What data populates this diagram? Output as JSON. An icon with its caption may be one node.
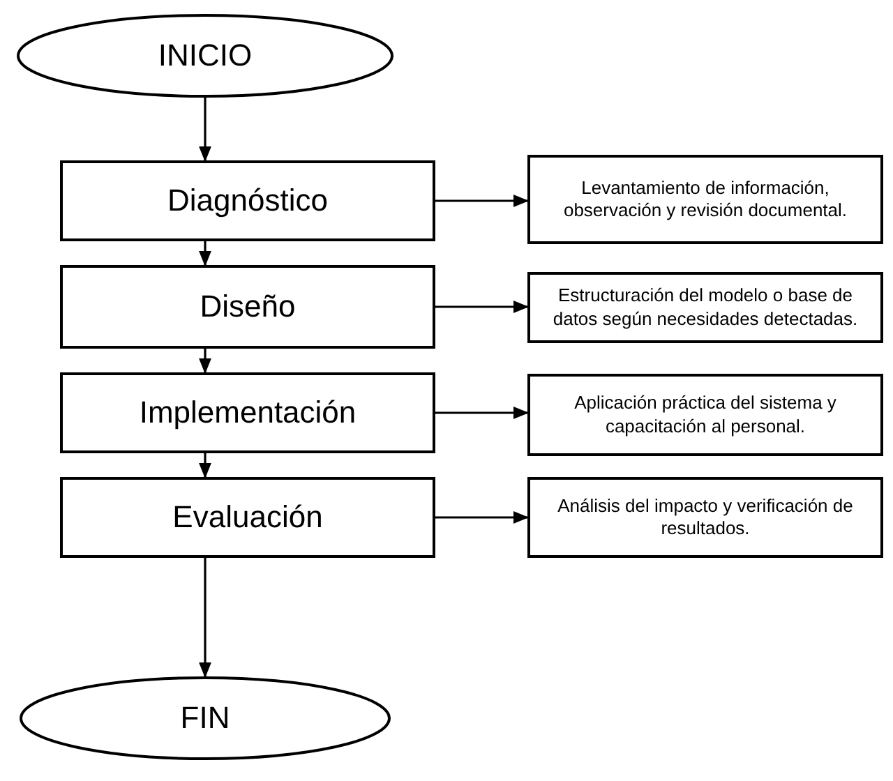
{
  "diagram": {
    "nodes": [
      {
        "text": [
          "INICIO"
        ]
      },
      {
        "text": [
          "Diagnóstico"
        ]
      },
      {
        "text": [
          "Levantamiento de información, observación y revisión documental."
        ]
      },
      {
        "text": [
          "Diseño"
        ]
      },
      {
        "text": [
          "Estructuración del modelo o base de datos según necesidades detectadas."
        ]
      },
      {
        "text": [
          "Implementación"
        ]
      },
      {
        "text": [
          "Aplicación práctica del sistema y capacitación al personal."
        ]
      },
      {
        "text": [
          "Evaluación"
        ]
      },
      {
        "text": [
          "Análisis del impacto y verificación de resultados."
        ]
      },
      {
        "text": [
          "FIN"
        ]
      }
    ],
    "edges": [
      {
        "from": 0,
        "to": 1,
        "arrow": "to"
      },
      {
        "from": 1,
        "to": 3,
        "arrow": "to"
      },
      {
        "from": 3,
        "to": 5,
        "arrow": "to"
      },
      {
        "from": 5,
        "to": 7,
        "arrow": "to"
      },
      {
        "from": 7,
        "to": 9,
        "arrow": "to"
      },
      {
        "from": 1,
        "to": 2,
        "arrow": "to"
      },
      {
        "from": 3,
        "to": 4,
        "arrow": "to"
      },
      {
        "from": 5,
        "to": 6,
        "arrow": "to"
      },
      {
        "from": 7,
        "to": 8,
        "arrow": "to"
      }
    ]
  }
}
